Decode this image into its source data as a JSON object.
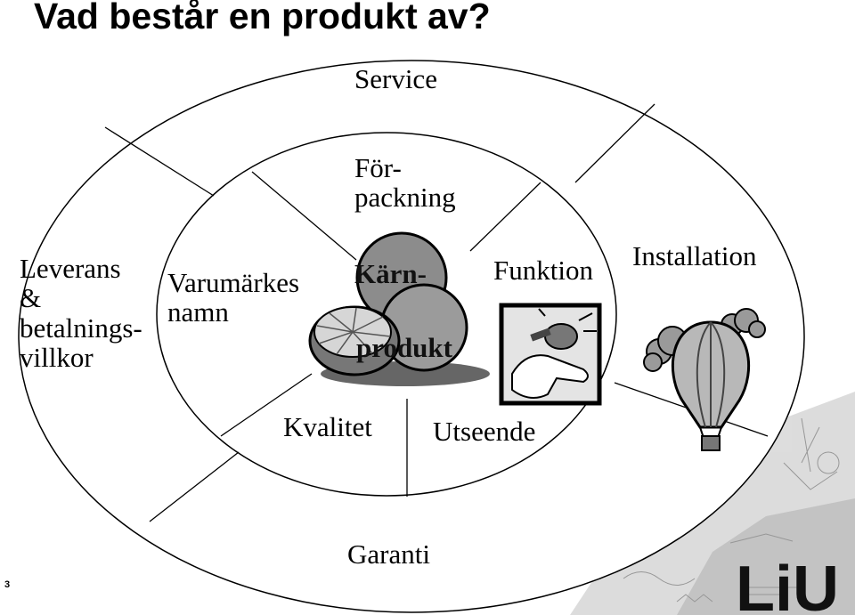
{
  "title": "Vad består en produkt av?",
  "outer_ring": {
    "top": "Service",
    "left": [
      "Leverans",
      "&",
      "betalnings-",
      "villkor"
    ],
    "right": "Installation",
    "bottom": "Garanti"
  },
  "middle_ring": {
    "top": [
      "För-",
      "packning"
    ],
    "left": [
      "Varumärkes",
      "namn"
    ],
    "right": "Funktion",
    "bottom_left": "Kvalitet",
    "bottom_right": "Utseende"
  },
  "core": [
    "Kärn-",
    "produkt"
  ],
  "slide_number": "3",
  "logo_text": "LiU",
  "icons": [
    "citrus-fruit-icon",
    "tool-hand-icon",
    "hot-air-balloon-icon",
    "liu-logo"
  ],
  "colors": {
    "line": "#000000",
    "background": "#ffffff",
    "fruit": "#8a8a8a",
    "logo": "#111111"
  }
}
